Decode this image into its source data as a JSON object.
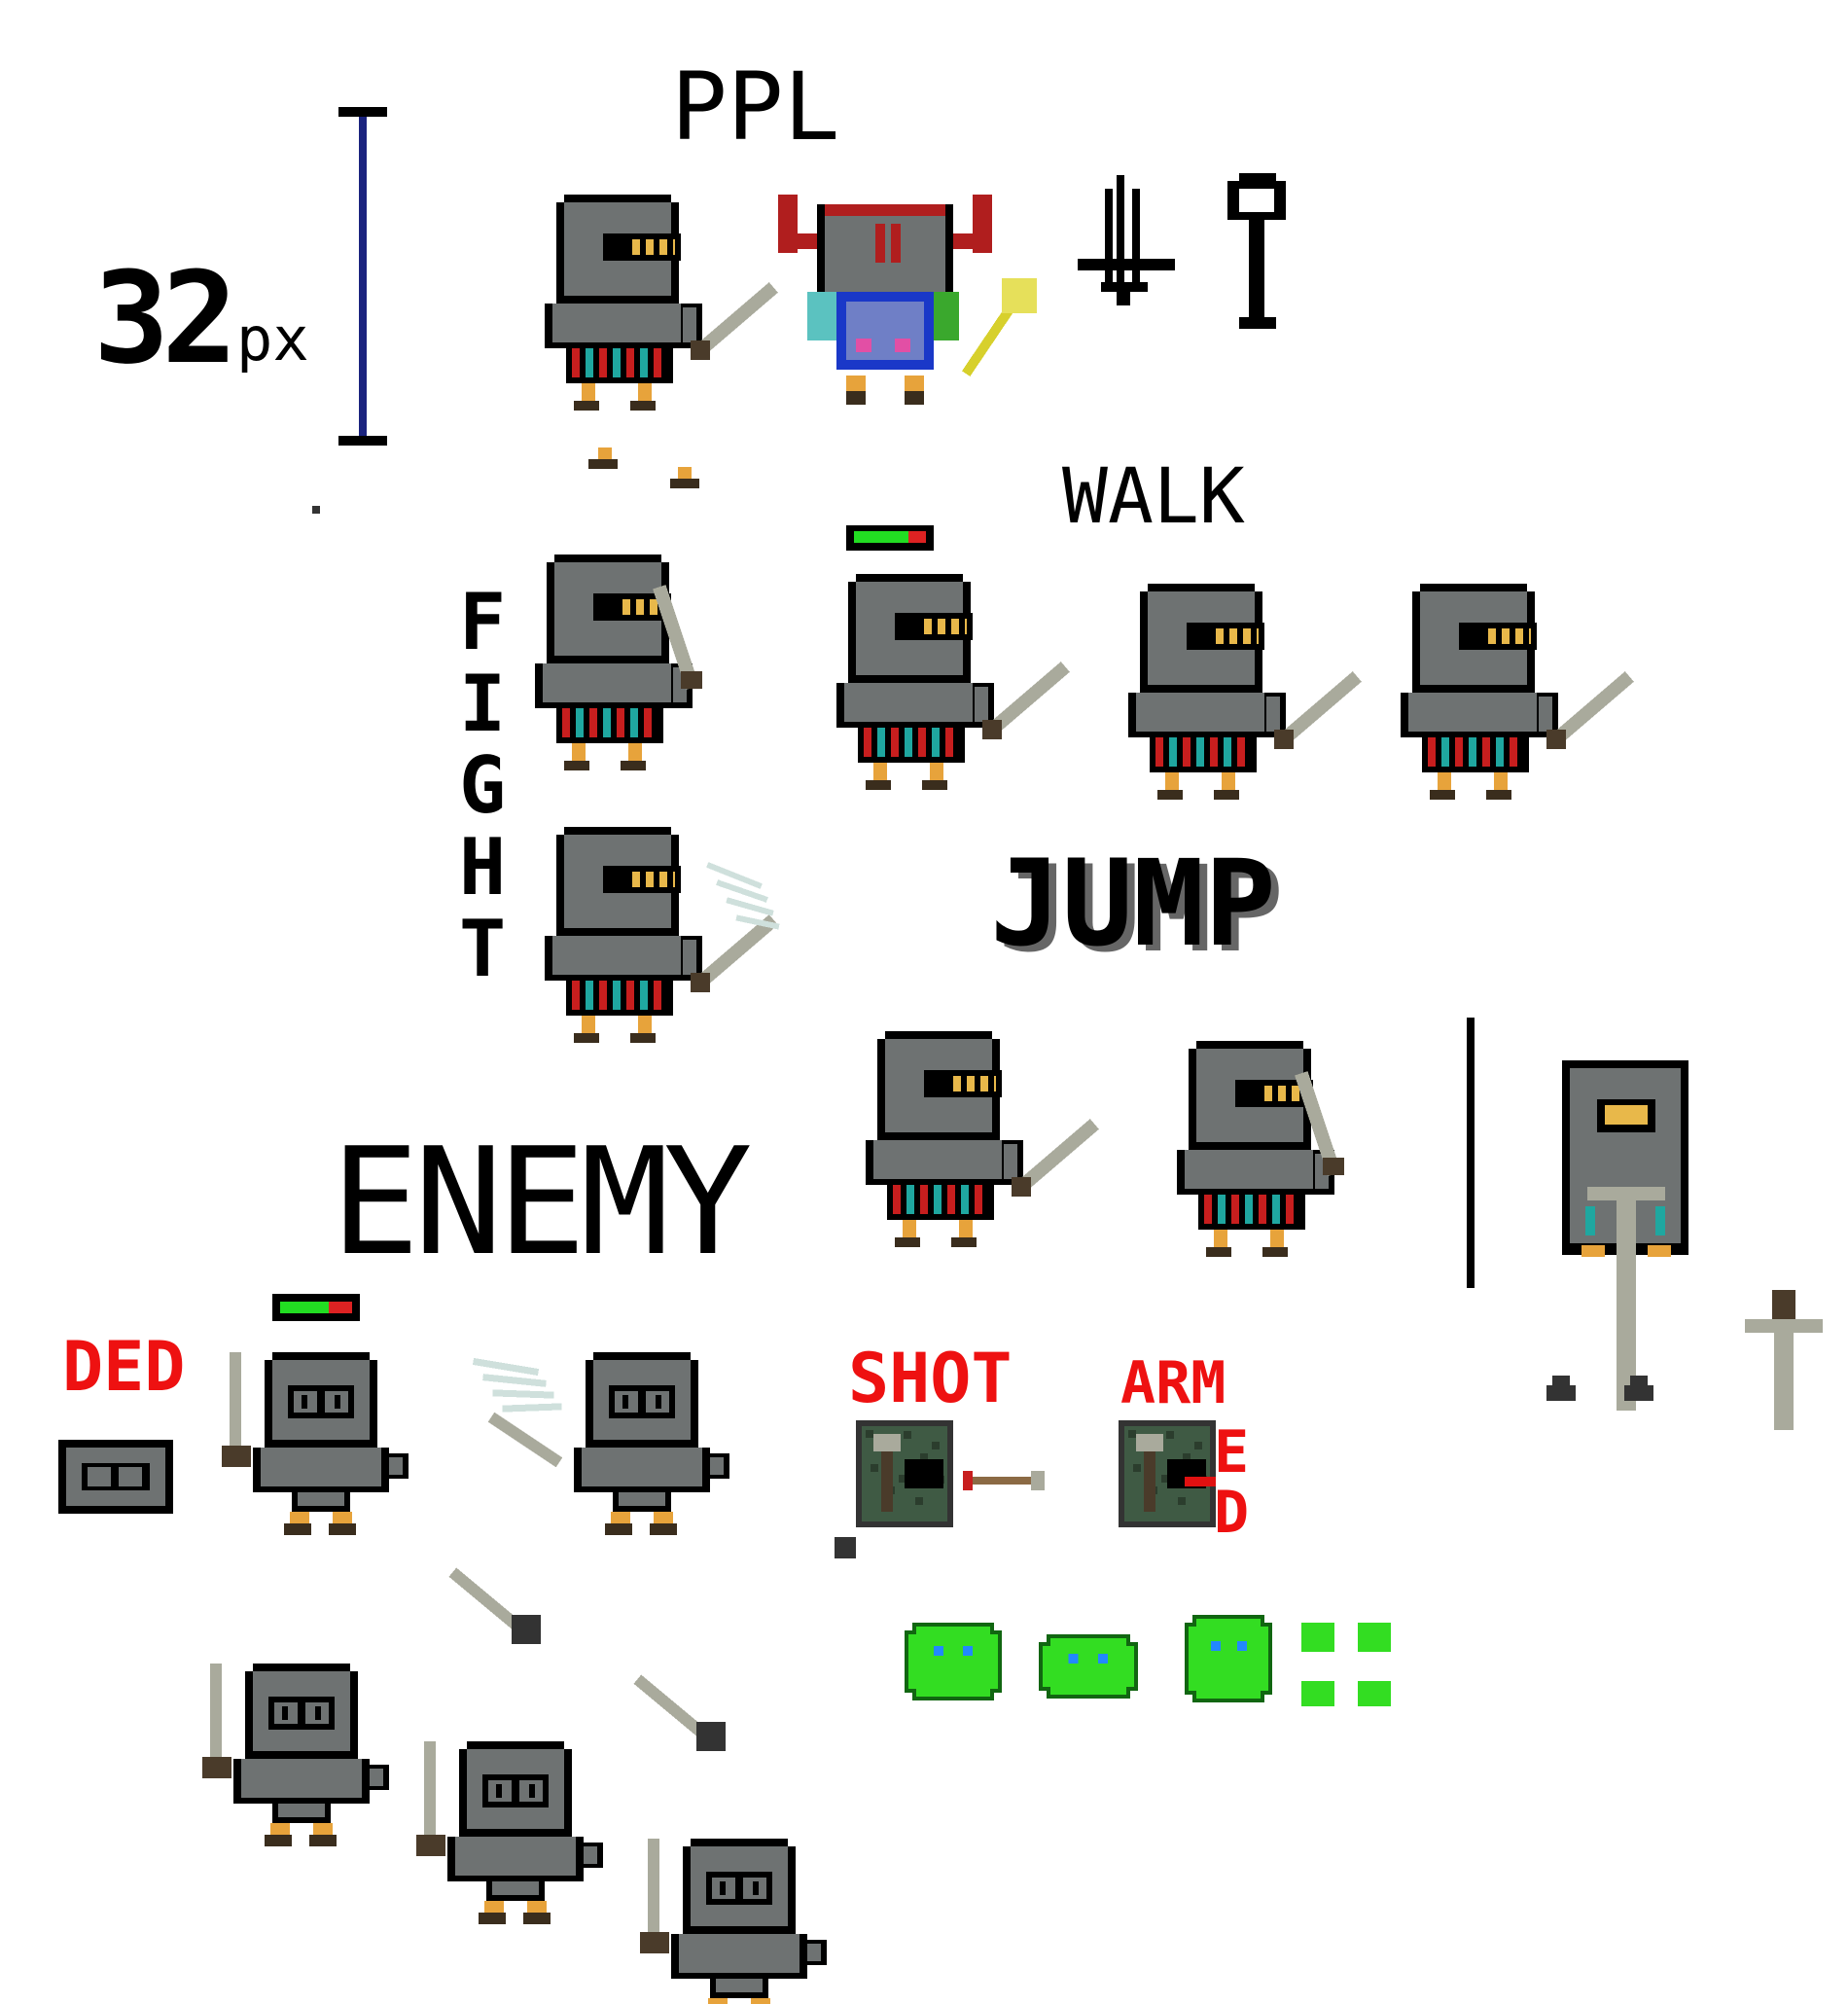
{
  "labels": {
    "scale": "32",
    "scale_unit": "px",
    "ppl": "PPL",
    "walk": "WALK",
    "fight": "FIGHT",
    "jump": "JUMP",
    "enemy": "ENEMY",
    "ded": "DED",
    "shot": "SHOT",
    "armed_top": "ARM",
    "armed_side": "ED"
  },
  "colors": {
    "armor": "#6e7272",
    "outline": "#000000",
    "visor_slit": "#e8b84a",
    "kilt_red": "#c81e1e",
    "kilt_teal": "#1fa7a0",
    "boot": "#e7a33b",
    "boot_dark": "#3a2d1d",
    "sword": "#a9aa9c",
    "sword_hilt": "#4a3b2a",
    "health_green": "#22dd22",
    "health_red": "#dd2222",
    "slime": "#33dd22",
    "slime_eye": "#2288ff",
    "label_red": "#ee1111",
    "scale_bar": "#1a237e",
    "boss_horns": "#b01e1e",
    "boss_body": "#1a38c8"
  },
  "icons": [
    "sword-icon",
    "mace-icon",
    "slime-icon",
    "health-bar-icon",
    "knight-sprite",
    "boss-sprite",
    "trap-tile-icon"
  ]
}
